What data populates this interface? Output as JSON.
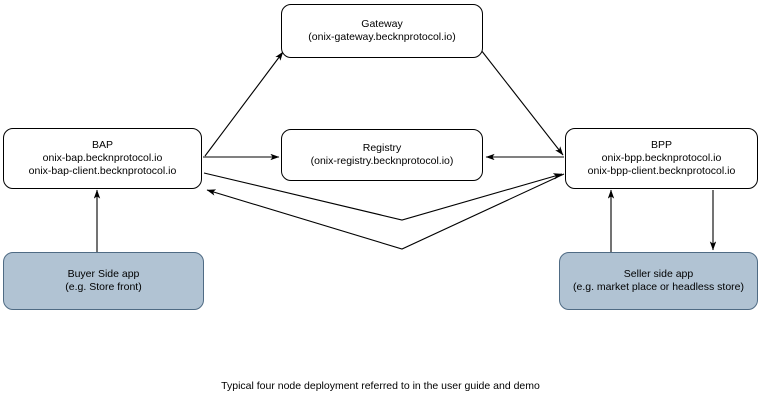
{
  "diagram": {
    "caption": "Typical four node deployment referred to in the user guide and demo",
    "colors": {
      "node_fill": "#ffffff",
      "node_stroke": "#000000",
      "app_fill": "#b1c3d3",
      "app_stroke": "#4f6b84",
      "edge_stroke": "#000000",
      "text": "#000000",
      "background": "#ffffff"
    },
    "nodes": [
      {
        "id": "gateway",
        "title": "Gateway",
        "subtitle": "(onix-gateway.becknprotocol.io)",
        "subtitle2": "",
        "type": "service"
      },
      {
        "id": "bap",
        "title": "BAP",
        "subtitle": "onix-bap.becknprotocol.io",
        "subtitle2": "onix-bap-client.becknprotocol.io",
        "type": "service"
      },
      {
        "id": "registry",
        "title": "Registry",
        "subtitle": "(onix-registry.becknprotocol.io)",
        "subtitle2": "",
        "type": "service"
      },
      {
        "id": "bpp",
        "title": "BPP",
        "subtitle": "onix-bpp.becknprotocol.io",
        "subtitle2": "onix-bpp-client.becknprotocol.io",
        "type": "service"
      },
      {
        "id": "buyer",
        "title": "Buyer Side app",
        "subtitle": "(e.g. Store front)",
        "subtitle2": "",
        "type": "app"
      },
      {
        "id": "seller",
        "title": "Seller side app",
        "subtitle": "(e.g. market place or headless store)",
        "subtitle2": "",
        "type": "app"
      }
    ],
    "edges": [
      {
        "id": "bap-to-gateway",
        "from": "bap",
        "to": "gateway",
        "direction": "one-way",
        "shape": "diagonal"
      },
      {
        "id": "gateway-to-bpp",
        "from": "gateway",
        "to": "bpp",
        "direction": "one-way",
        "shape": "diagonal"
      },
      {
        "id": "bap-to-registry",
        "from": "bap",
        "to": "registry",
        "direction": "one-way",
        "shape": "horizontal"
      },
      {
        "id": "bpp-to-registry",
        "from": "bpp",
        "to": "registry",
        "direction": "one-way",
        "shape": "horizontal"
      },
      {
        "id": "bap-to-bpp",
        "from": "bap",
        "to": "bpp",
        "direction": "one-way",
        "shape": "v-polyline"
      },
      {
        "id": "bpp-to-bap",
        "from": "bpp",
        "to": "bap",
        "direction": "one-way",
        "shape": "v-polyline"
      },
      {
        "id": "buyer-to-bap",
        "from": "buyer",
        "to": "bap",
        "direction": "one-way",
        "shape": "vertical"
      },
      {
        "id": "seller-to-bpp",
        "from": "seller",
        "to": "bpp",
        "direction": "one-way",
        "shape": "vertical"
      },
      {
        "id": "bpp-to-seller",
        "from": "bpp",
        "to": "seller",
        "direction": "one-way",
        "shape": "vertical"
      }
    ]
  }
}
